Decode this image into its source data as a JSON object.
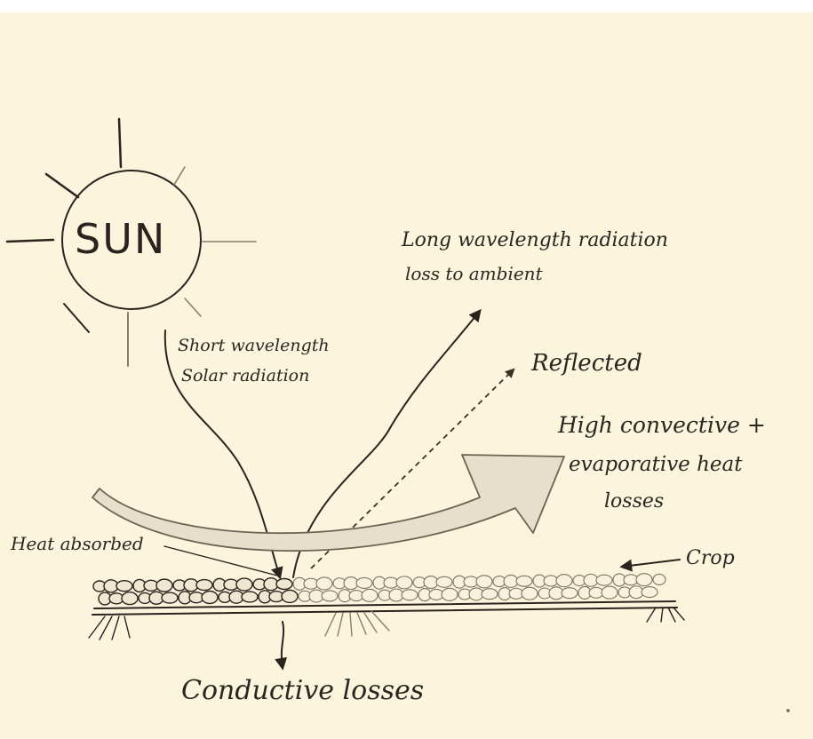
{
  "labels": {
    "sun": "SUN",
    "short_wave_line1": "Short wavelength",
    "short_wave_line2": "Solar radiation",
    "long_wave_line1": "Long wavelength radiation",
    "long_wave_line2": "loss to ambient",
    "reflected": "Reflected",
    "convective_line1": "High convective +",
    "convective_line2": "evaporative heat",
    "convective_line3": "losses",
    "heat_absorbed": "Heat absorbed",
    "crop": "Crop",
    "conductive": "Conductive losses"
  },
  "colors": {
    "paper": "#fbf5de",
    "ink": "#2b231d",
    "pencil": "#8a7d6c",
    "arrow_fill": "#e6dfcc"
  }
}
